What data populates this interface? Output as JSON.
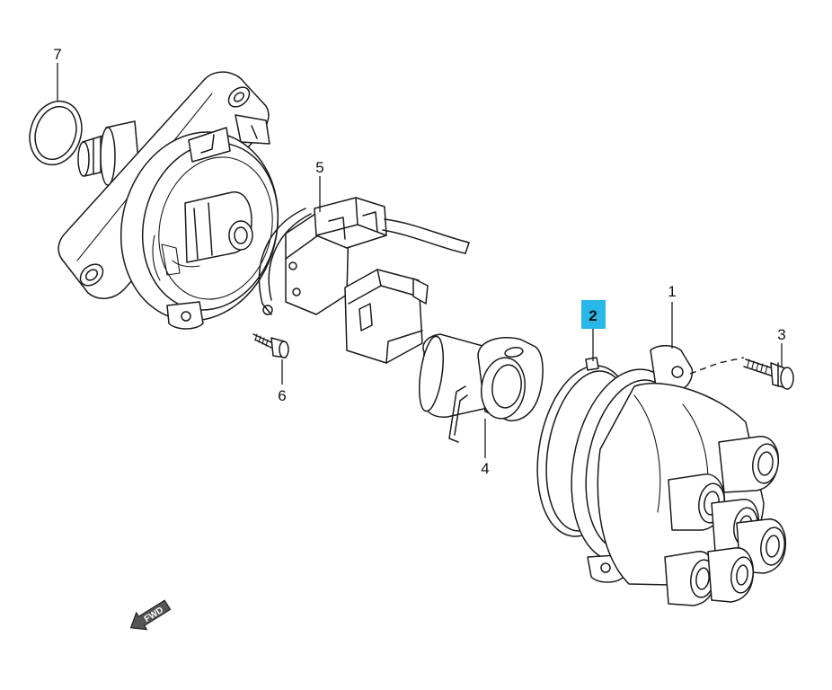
{
  "diagram": {
    "callouts": [
      {
        "id": "1",
        "label": "1",
        "highlighted": false
      },
      {
        "id": "2",
        "label": "2",
        "highlighted": true
      },
      {
        "id": "3",
        "label": "3",
        "highlighted": false
      },
      {
        "id": "4",
        "label": "4",
        "highlighted": false
      },
      {
        "id": "5",
        "label": "5",
        "highlighted": false
      },
      {
        "id": "6",
        "label": "6",
        "highlighted": false
      },
      {
        "id": "7",
        "label": "7",
        "highlighted": false
      }
    ],
    "fwd_label": "FWD",
    "colors": {
      "highlight": "#29b6e8",
      "line": "#1a1a1a"
    }
  }
}
